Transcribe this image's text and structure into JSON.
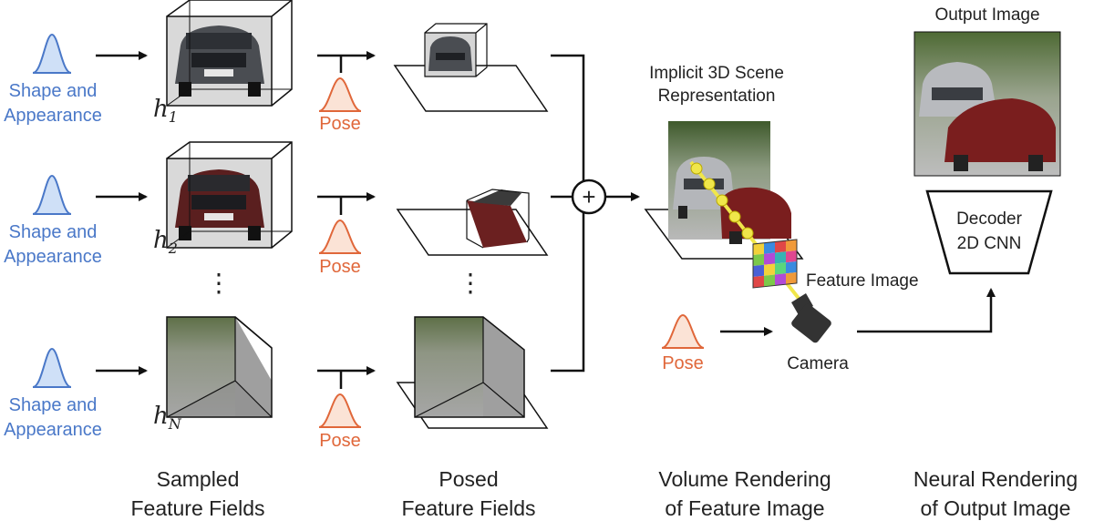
{
  "colors": {
    "shape_blue": "#4a78c8",
    "shape_fill": "#cfe0f7",
    "pose_orange": "#e0673a",
    "pose_fill": "#fbe3d6",
    "text_dark": "#222222"
  },
  "inputs": {
    "shape_line1": "Shape and",
    "shape_line2": "Appearance",
    "pose": "Pose"
  },
  "fields": {
    "h1": "h",
    "h1_sub": "1",
    "h2": "h",
    "h2_sub": "2",
    "hN": "h",
    "hN_sub": "N",
    "dots": "⋮",
    "combine_symbol": "+"
  },
  "scene": {
    "title_line1": "Implicit 3D Scene",
    "title_line2": "Representation",
    "feature_image": "Feature Image",
    "camera": "Camera",
    "pose": "Pose"
  },
  "output": {
    "title": "Output Image",
    "decoder_line1": "Decoder",
    "decoder_line2": "2D CNN"
  },
  "stages": {
    "sampled_line1": "Sampled",
    "sampled_line2": "Feature Fields",
    "posed_line1": "Posed",
    "posed_line2": "Feature Fields",
    "volume_line1": "Volume Rendering",
    "volume_line2": "of Feature Image",
    "neural_line1": "Neural Rendering",
    "neural_line2": "of Output Image"
  }
}
